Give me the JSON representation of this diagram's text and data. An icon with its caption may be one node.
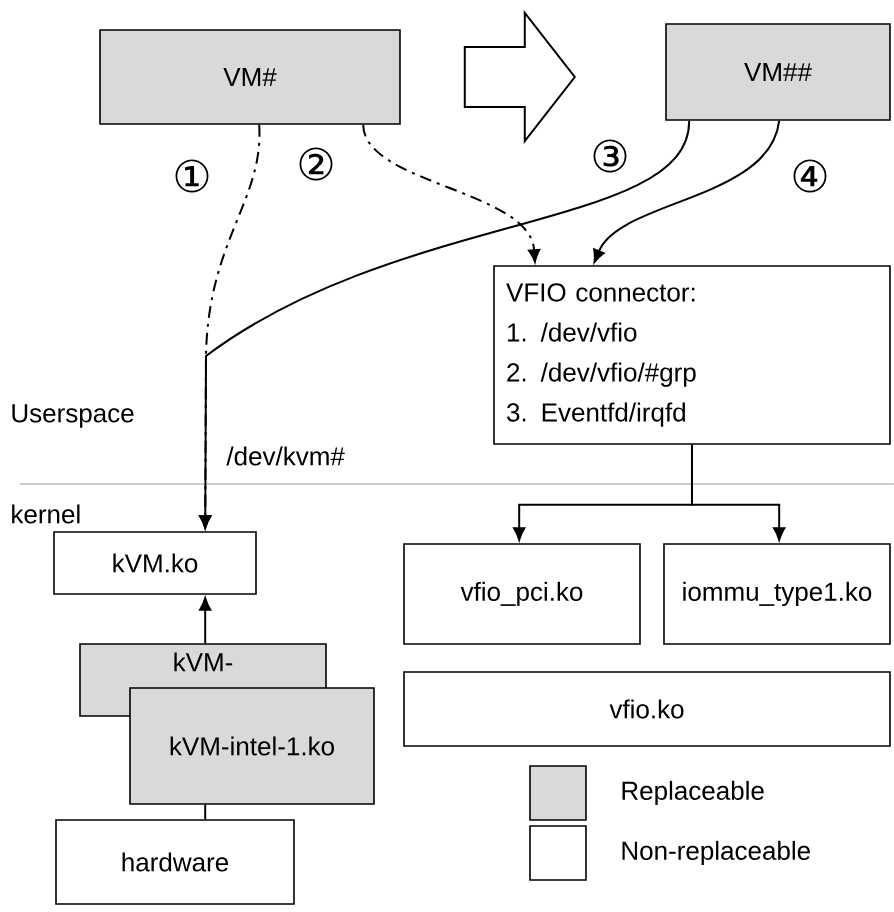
{
  "diagram": {
    "nodes": [
      {
        "text": [
          "VM#"
        ]
      },
      {
        "text": [
          "VM##"
        ]
      },
      {
        "text": [
          "VFIO connector:",
          "1. /dev/vfio",
          "2. /dev/vfio/#grp",
          "3. Eventfd/irqfd"
        ]
      },
      {
        "text": [
          "kVM.ko"
        ]
      },
      {
        "text": [
          "kVM-"
        ]
      },
      {
        "text": [
          "kVM-intel-1.ko"
        ]
      },
      {
        "text": [
          "hardware"
        ]
      },
      {
        "text": [
          "vfio_pci.ko"
        ]
      },
      {
        "text": [
          "iommu_type1.ko"
        ]
      },
      {
        "text": [
          "vfio.ko"
        ]
      }
    ],
    "edges": [
      {
        "from": 0,
        "to": 1,
        "arrow": "to",
        "style": "thick"
      },
      {
        "from": 0,
        "to": 3,
        "arrow": "to",
        "style": "dashed"
      },
      {
        "from": 0,
        "to": 2,
        "arrow": "to",
        "style": "dashed"
      },
      {
        "from": 1,
        "to": 3,
        "arrow": "to"
      },
      {
        "from": 1,
        "to": 2,
        "arrow": "to"
      },
      {
        "from": 2,
        "to": 7,
        "arrow": "to"
      },
      {
        "from": 2,
        "to": 8,
        "arrow": "to"
      },
      {
        "from": 4,
        "to": 3,
        "arrow": "to"
      },
      {
        "from": 5,
        "to": 6,
        "arrow": "none"
      }
    ],
    "labels": [
      "①",
      "②",
      "③",
      "④",
      "Userspace",
      "/dev/kvm#",
      "kernel"
    ],
    "legend": [
      {
        "text": "Replaceable",
        "color": "#d9d9d9"
      },
      {
        "text": "Non-replaceable"
      }
    ]
  }
}
